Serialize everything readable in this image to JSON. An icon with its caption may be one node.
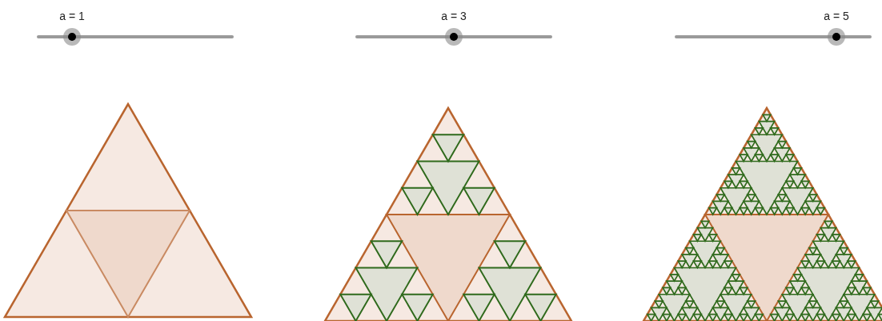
{
  "diagram": {
    "labels": [
      "a = 1",
      "a = 3",
      "a = 5"
    ]
  }
}
